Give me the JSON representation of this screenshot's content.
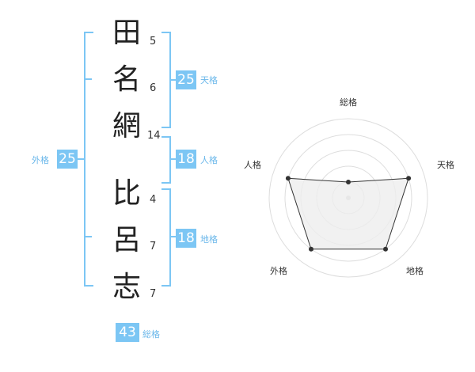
{
  "name": {
    "chars": [
      {
        "char": "田",
        "strokes": "5"
      },
      {
        "char": "名",
        "strokes": "6"
      },
      {
        "char": "網",
        "strokes": "14"
      },
      {
        "char": "比",
        "strokes": "4"
      },
      {
        "char": "呂",
        "strokes": "7"
      },
      {
        "char": "志",
        "strokes": "7"
      }
    ]
  },
  "fortune": {
    "tenkaku": {
      "value": "25",
      "label": "天格"
    },
    "jinkaku": {
      "value": "18",
      "label": "人格"
    },
    "chikaku": {
      "value": "18",
      "label": "地格"
    },
    "gaikaku": {
      "value": "25",
      "label": "外格"
    },
    "soukaku": {
      "value": "43",
      "label": "総格"
    }
  },
  "radar": {
    "labels": [
      "総格",
      "天格",
      "地格",
      "外格",
      "人格"
    ],
    "values": [
      1,
      4,
      4,
      4,
      4
    ],
    "max": 5,
    "fill_color": "#eeeeee",
    "line_color": "#333333",
    "grid_color": "#dddddd",
    "center_color": "#cccccc"
  }
}
